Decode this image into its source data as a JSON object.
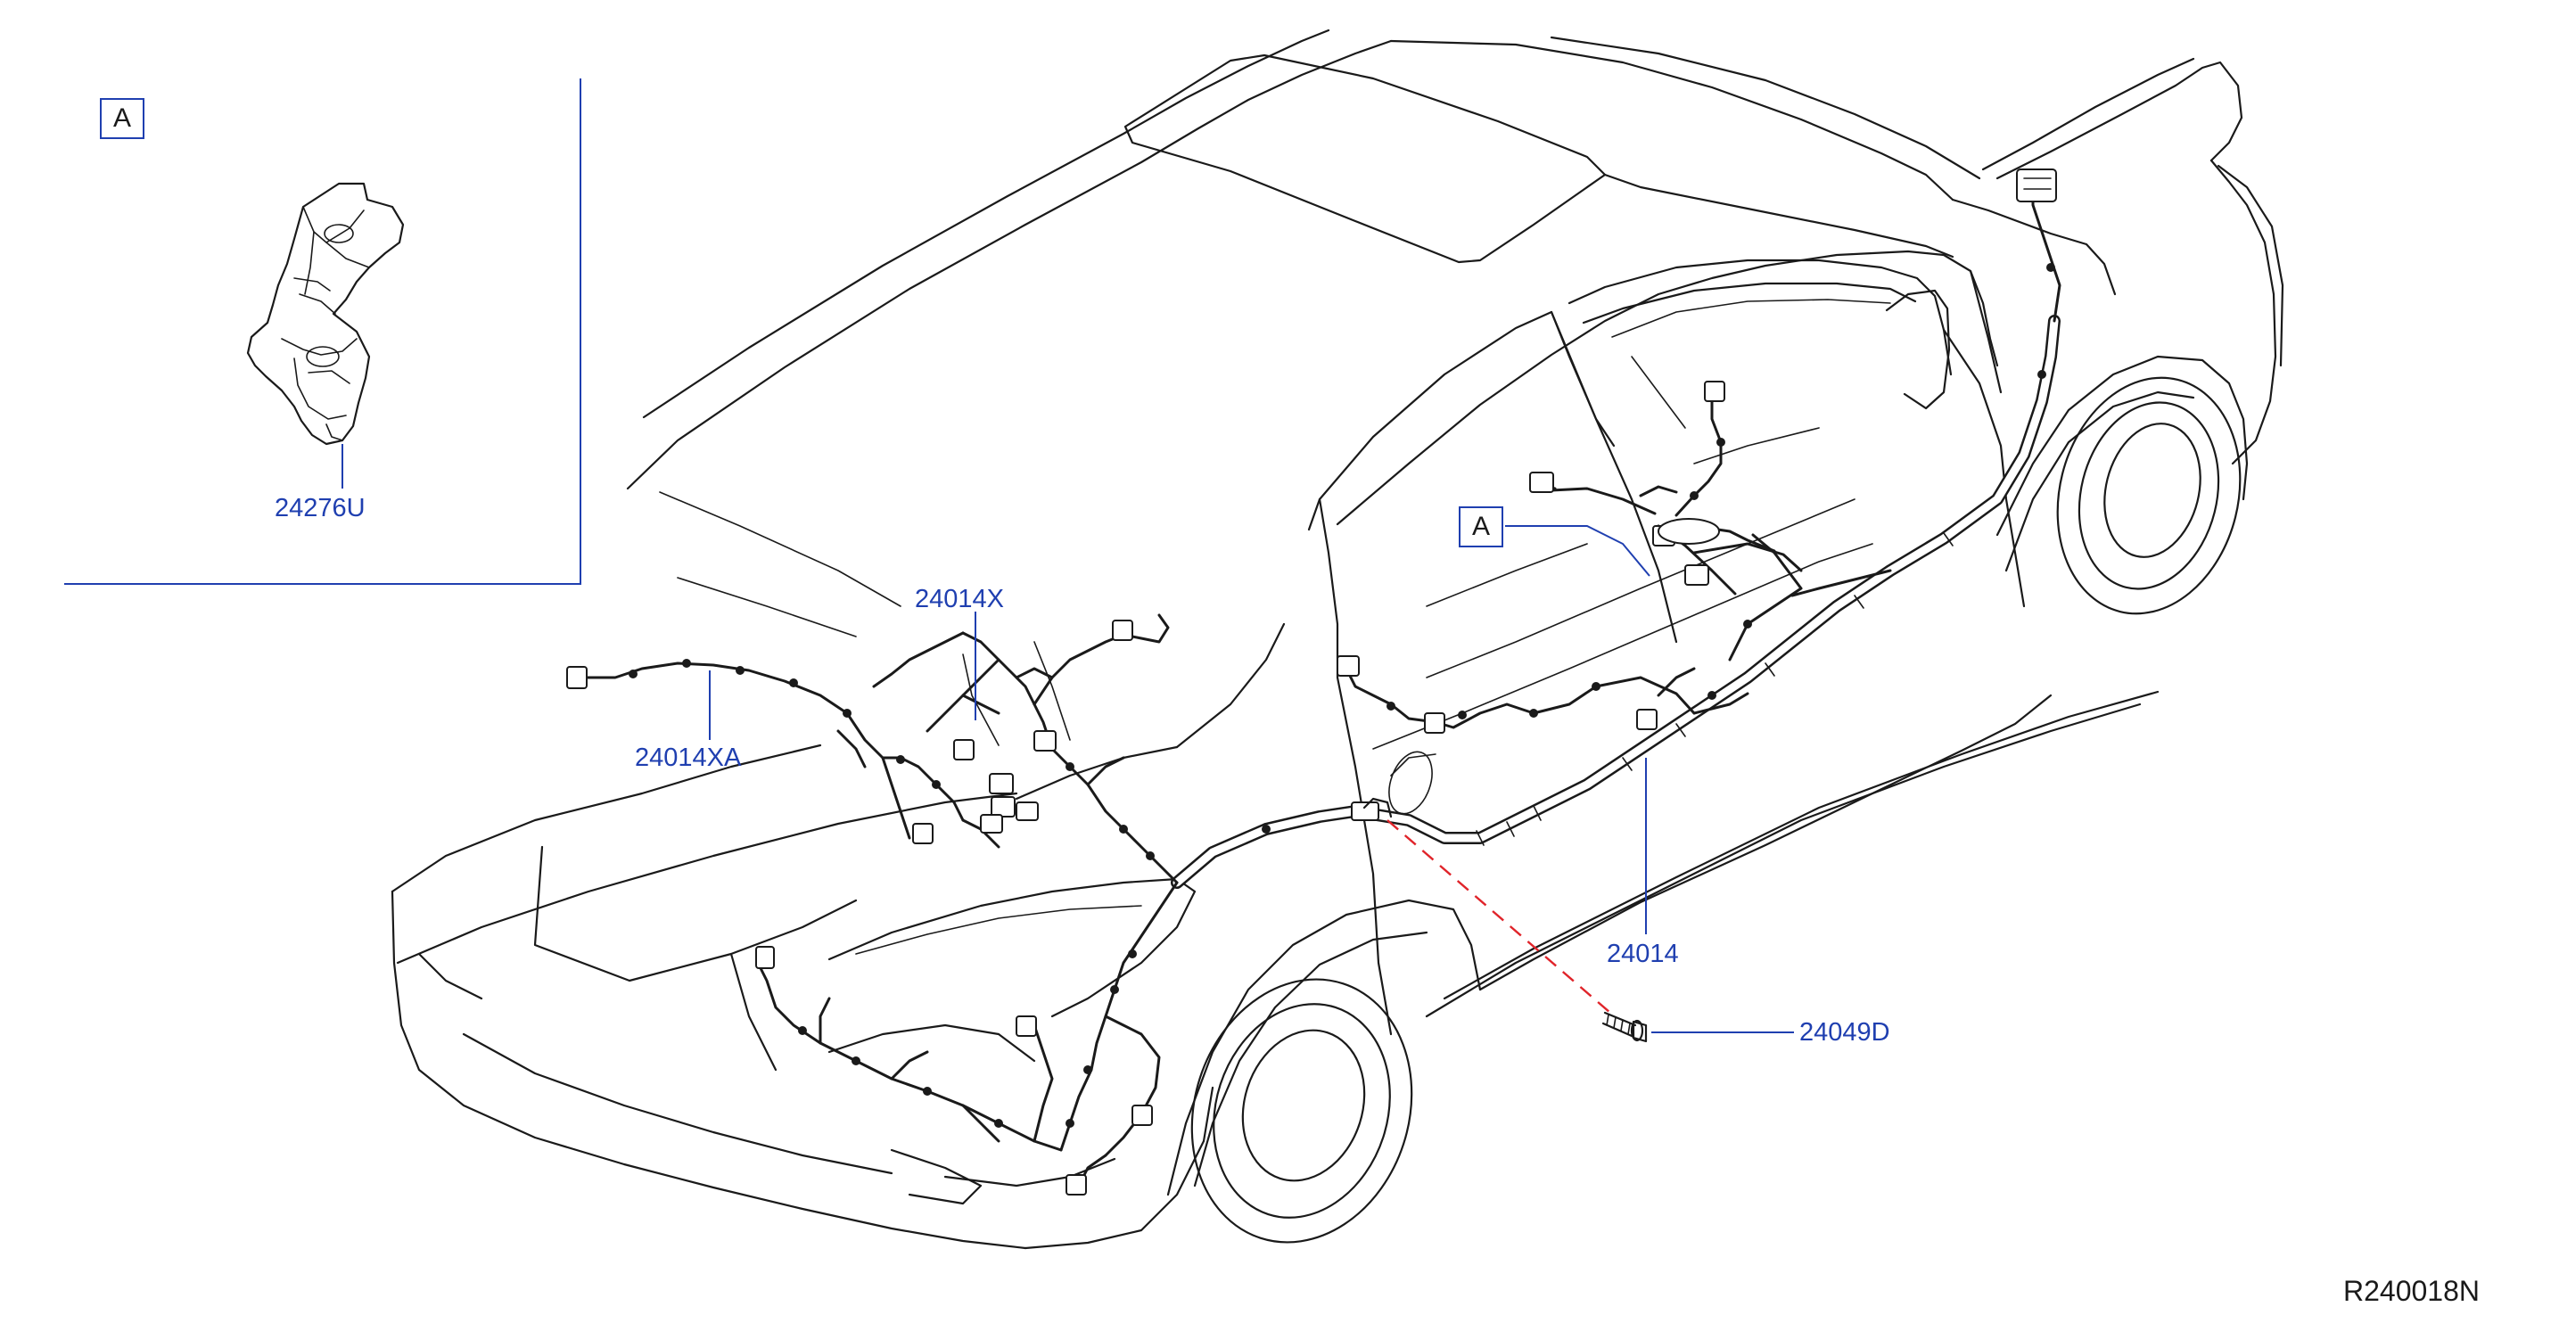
{
  "diagram": {
    "reference_code": "R240018N",
    "detail_view": {
      "marker": "A",
      "part_number": "24276U"
    },
    "callouts": [
      {
        "id": "main-harness",
        "part_number": "24014"
      },
      {
        "id": "front-harness",
        "part_number": "24014X"
      },
      {
        "id": "bumper-harness",
        "part_number": "24014XA"
      },
      {
        "id": "bolt",
        "part_number": "24049D"
      }
    ],
    "detail_reference_marker": "A",
    "colors": {
      "callout_text": "#1f3fb0",
      "leader_line": "#1f3fb0",
      "bolt_indicator": "#e0242a",
      "line_art": "#1a1a1a"
    }
  }
}
